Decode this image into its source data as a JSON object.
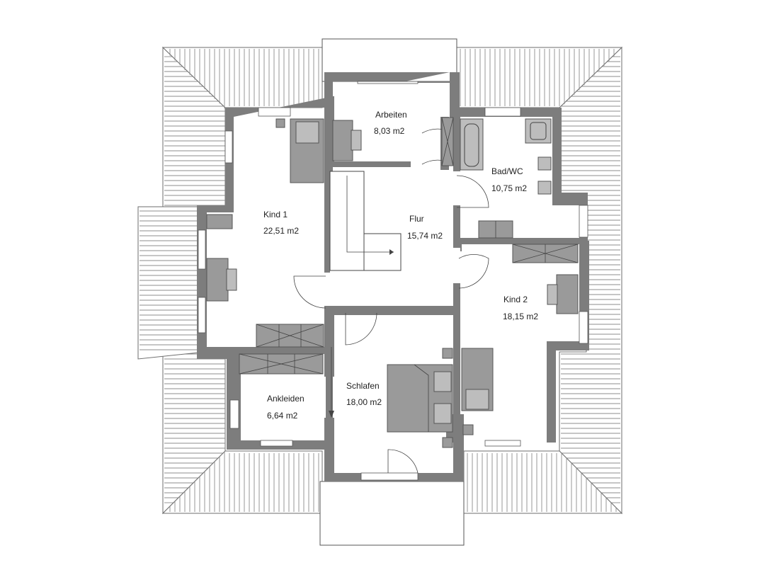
{
  "rooms": [
    {
      "id": "arbeiten",
      "name": "Arbeiten",
      "area": "8,03 m2"
    },
    {
      "id": "bad-wc",
      "name": "Bad/WC",
      "area": "10,75 m2"
    },
    {
      "id": "kind1",
      "name": "Kind 1",
      "area": "22,51 m2"
    },
    {
      "id": "flur",
      "name": "Flur",
      "area": "15,74 m2"
    },
    {
      "id": "kind2",
      "name": "Kind 2",
      "area": "18,15 m2"
    },
    {
      "id": "ankleiden",
      "name": "Ankleiden",
      "area": "6,64 m2"
    },
    {
      "id": "schlafen",
      "name": "Schlafen",
      "area": "18,00 m2"
    }
  ],
  "colors": {
    "wall": "#7d7d7d",
    "furniture": "#9a9a9a",
    "roof_lines": "#8c8c8c"
  }
}
